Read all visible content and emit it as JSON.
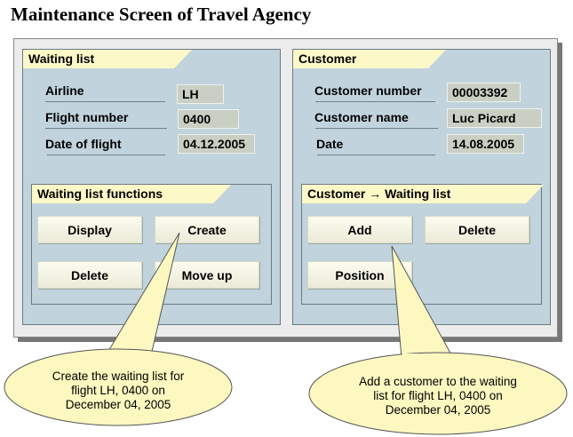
{
  "title": "Maintenance Screen of Travel Agency",
  "waiting_list": {
    "header": "Waiting list",
    "fields": [
      {
        "label": "Airline",
        "value": "LH"
      },
      {
        "label": "Flight number",
        "value": "0400"
      },
      {
        "label": "Date of flight",
        "value": "04.12.2005"
      }
    ],
    "functions": {
      "header": "Waiting list functions",
      "buttons": [
        "Display",
        "Create",
        "Delete",
        "Move up"
      ]
    }
  },
  "customer": {
    "header": "Customer",
    "fields": [
      {
        "label": "Customer number",
        "value": "00003392"
      },
      {
        "label": "Customer name",
        "value": "Luc Picard"
      },
      {
        "label": "Date",
        "value": "14.08.2005"
      }
    ],
    "functions": {
      "header": "Customer → Waiting list",
      "buttons": [
        "Add",
        "Delete",
        "Position"
      ]
    }
  },
  "callouts": {
    "create": [
      "Create the waiting list for",
      "flight LH, 0400 on",
      "December 04, 2005"
    ],
    "add": [
      "Add a customer to the waiting",
      "list for flight LH, 0400 on",
      "December 04, 2005"
    ]
  }
}
